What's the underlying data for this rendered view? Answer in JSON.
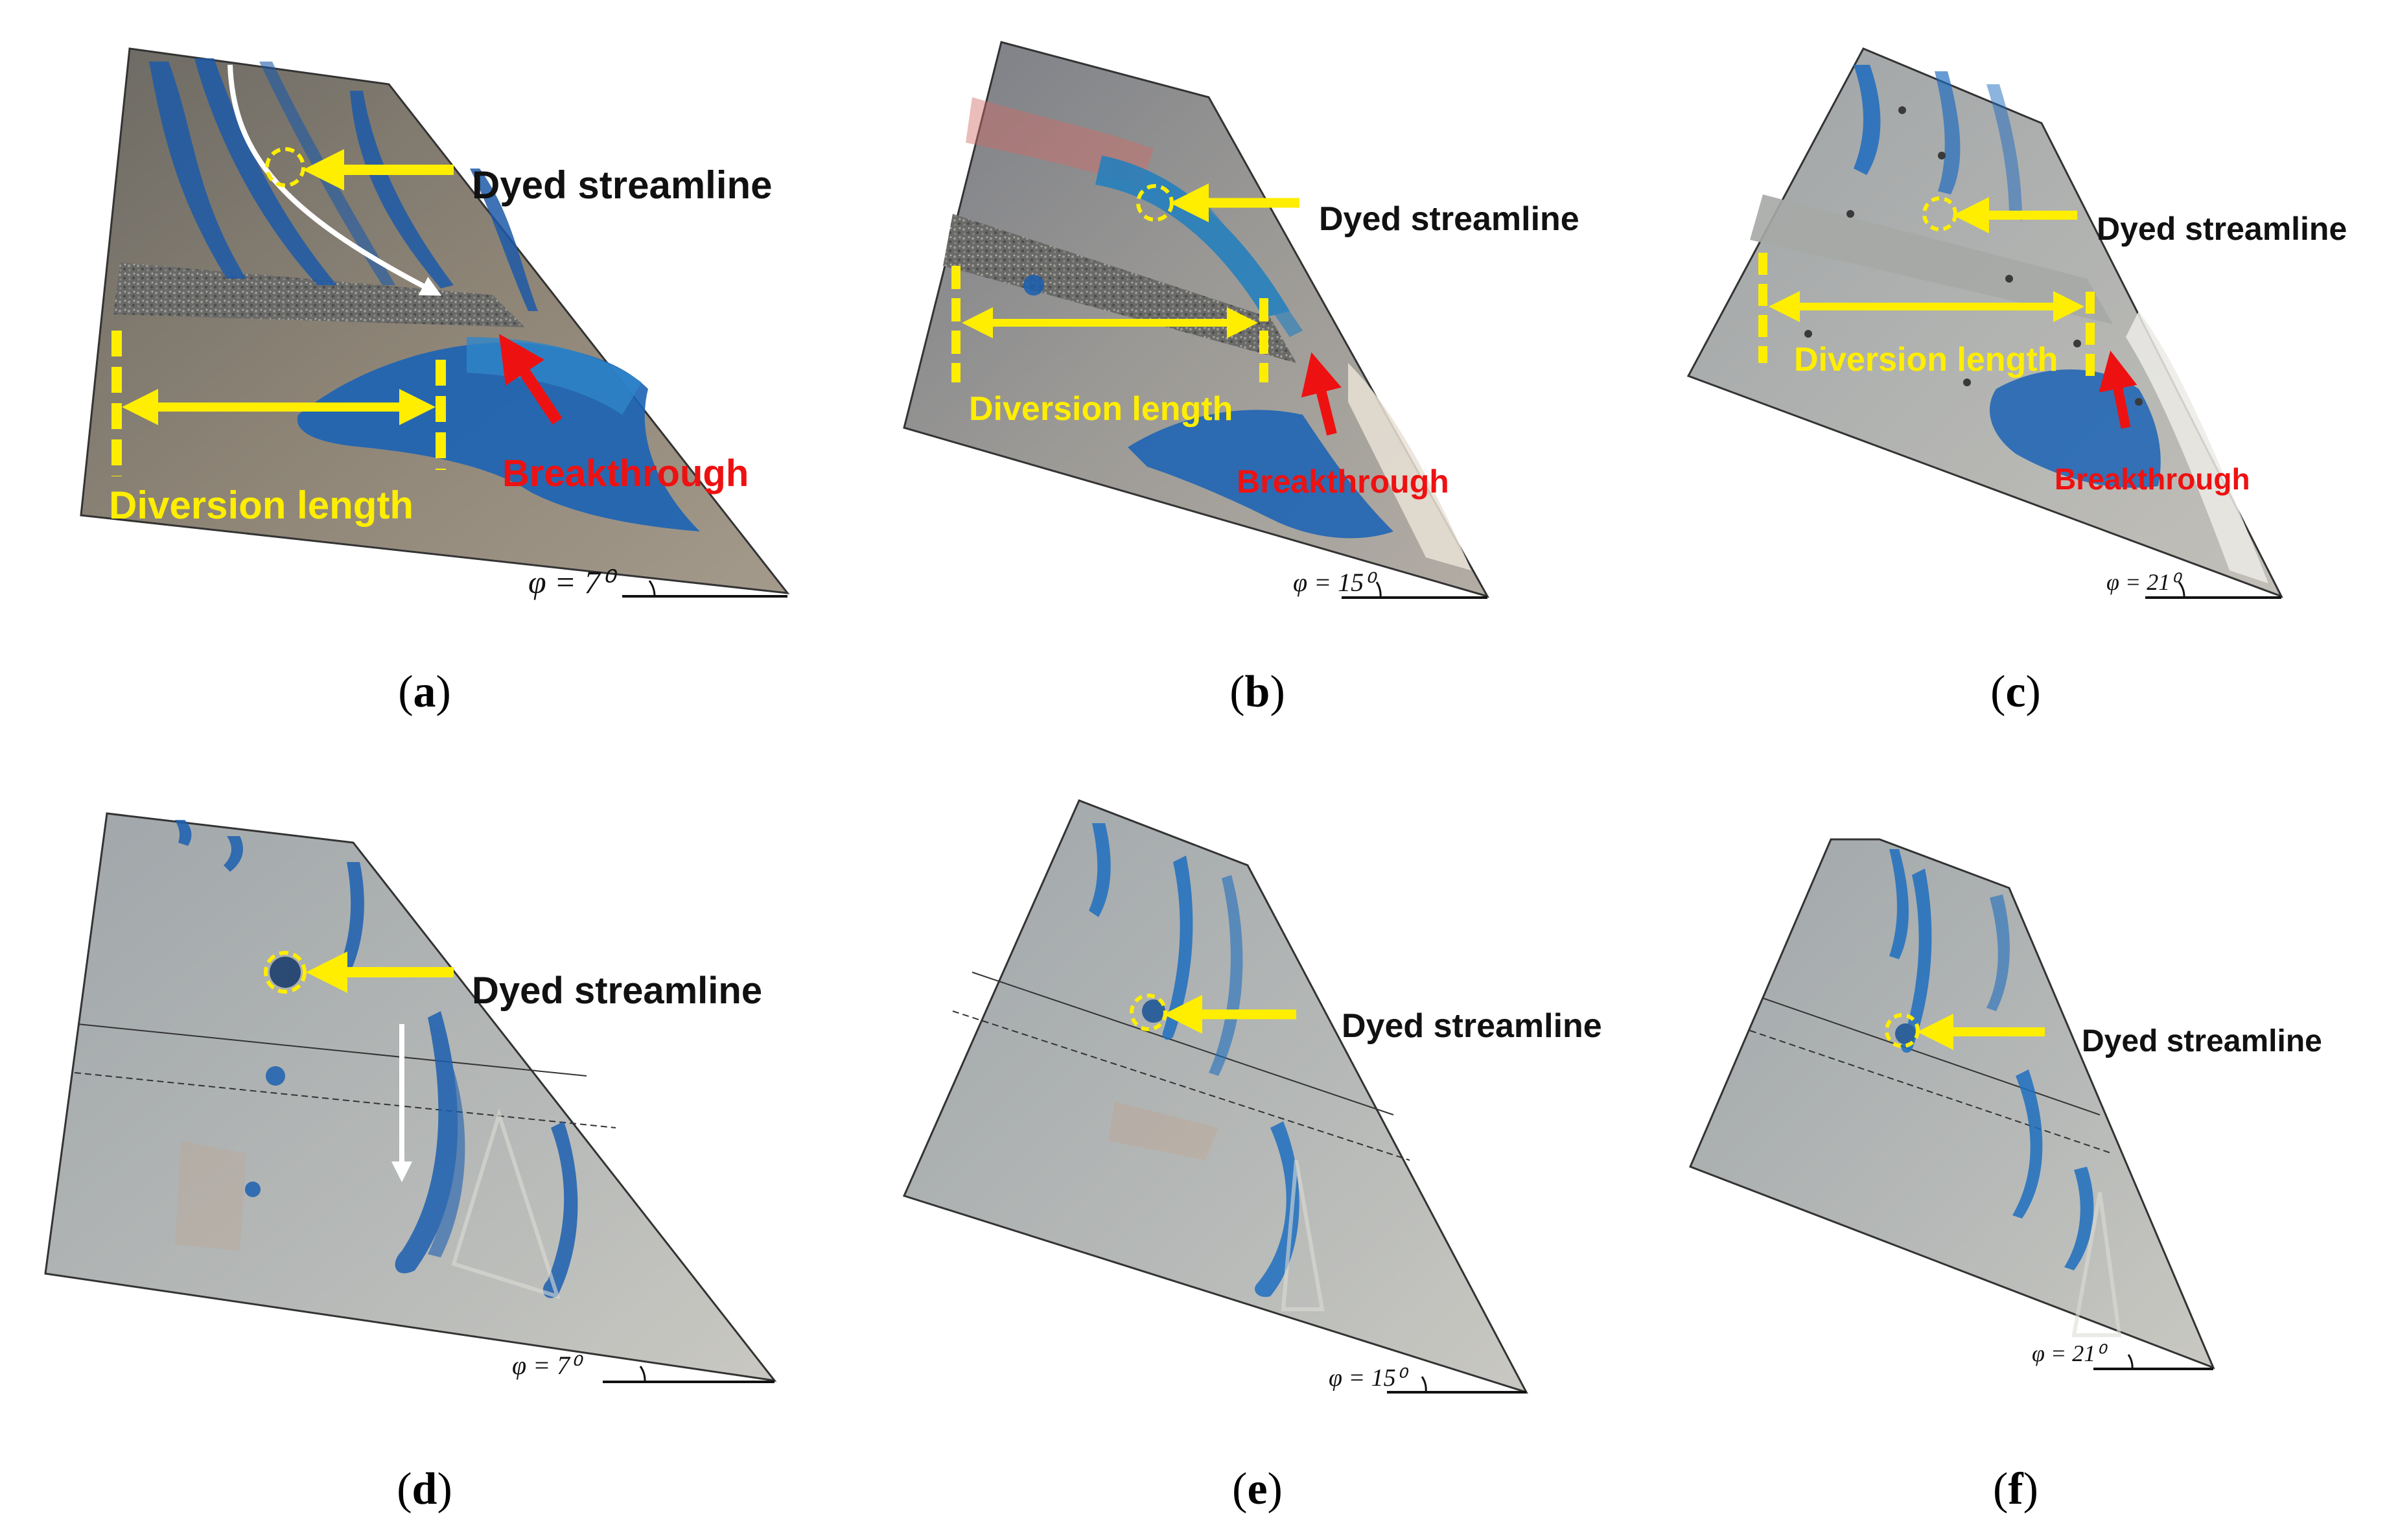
{
  "colors": {
    "annotation_yellow": "#ffee00",
    "breakthrough_red": "#ee1111",
    "dye_blue": "#1a5fb0",
    "plate_grey": "#a9aba6",
    "plate_dark": "#7a7466",
    "gravel": "#6d6d6d"
  },
  "labels": {
    "dyed_streamline": "Dyed streamline",
    "diversion_length": "Diversion length",
    "breakthrough": "Breakthrough"
  },
  "panels": [
    {
      "letter": "a",
      "angle": "φ = 7⁰"
    },
    {
      "letter": "b",
      "angle": "φ = 15⁰"
    },
    {
      "letter": "c",
      "angle": "φ = 21⁰"
    },
    {
      "letter": "d",
      "angle": "φ = 7⁰"
    },
    {
      "letter": "e",
      "angle": "φ = 15⁰"
    },
    {
      "letter": "f",
      "angle": "φ = 21⁰"
    }
  ]
}
